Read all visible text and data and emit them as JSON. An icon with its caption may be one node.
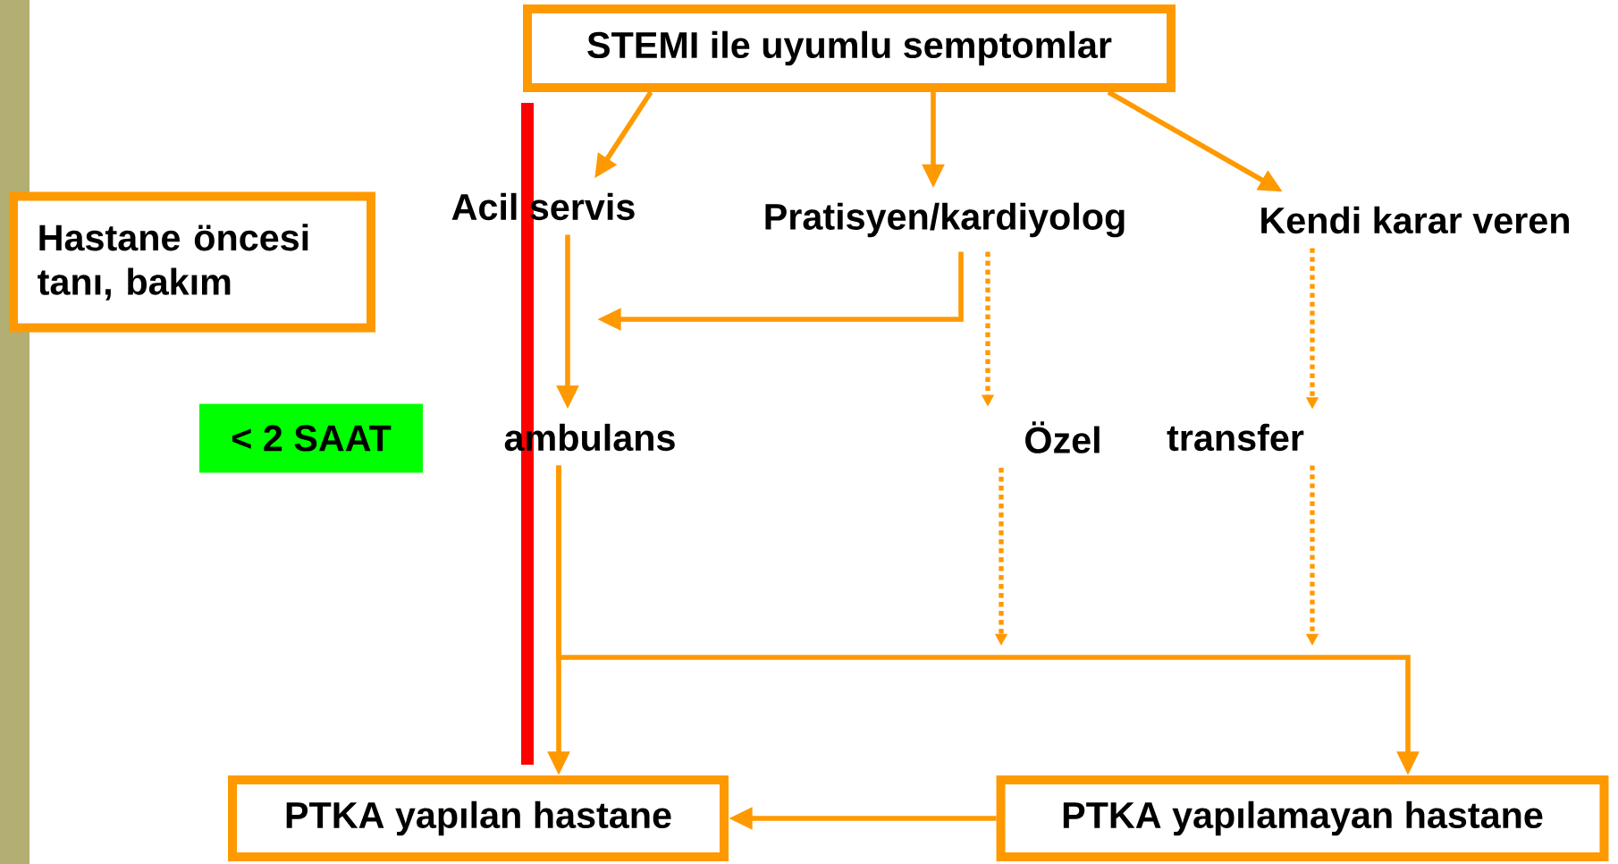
{
  "diagram": {
    "nodes": [
      {
        "text": [
          "STEMI ile uyumlu semptomlar"
        ]
      },
      {
        "text": [
          "Hastane öncesi tanı, bakım"
        ]
      },
      {
        "text": [
          "< 2 SAAT"
        ]
      },
      {
        "text": [
          "Acil servis"
        ]
      },
      {
        "text": [
          "Pratisyen/kardiyolog"
        ]
      },
      {
        "text": [
          "Kendi karar veren"
        ]
      },
      {
        "text": [
          "ambulans"
        ]
      },
      {
        "text": [
          "Özel"
        ]
      },
      {
        "text": [
          "transfer"
        ]
      },
      {
        "text": [
          "PTKA yapılan hastane"
        ]
      },
      {
        "text": [
          "PTKA yapılamayan hastane"
        ]
      },
      {
        "text": [],
        "shape": "bar"
      }
    ],
    "edges": [
      {
        "from": 0,
        "to": 3,
        "arrow": "to"
      },
      {
        "from": 0,
        "to": 4,
        "arrow": "to"
      },
      {
        "from": 0,
        "to": 5,
        "arrow": "to"
      },
      {
        "from": 3,
        "to": 6,
        "arrow": "to"
      },
      {
        "from": 4,
        "to": null,
        "arrow": "to"
      },
      {
        "from": 4,
        "to": 7,
        "arrow": "to",
        "style": "dashed"
      },
      {
        "from": 5,
        "to": 8,
        "arrow": "to",
        "style": "dashed"
      },
      {
        "from": 6,
        "to": 9,
        "arrow": "to"
      },
      {
        "from": 6,
        "to": 10,
        "arrow": "to"
      },
      {
        "from": 7,
        "to": null,
        "arrow": "to",
        "style": "dashed"
      },
      {
        "from": 8,
        "to": null,
        "arrow": "to",
        "style": "dashed"
      },
      {
        "from": 10,
        "to": 9,
        "arrow": "to"
      }
    ]
  }
}
